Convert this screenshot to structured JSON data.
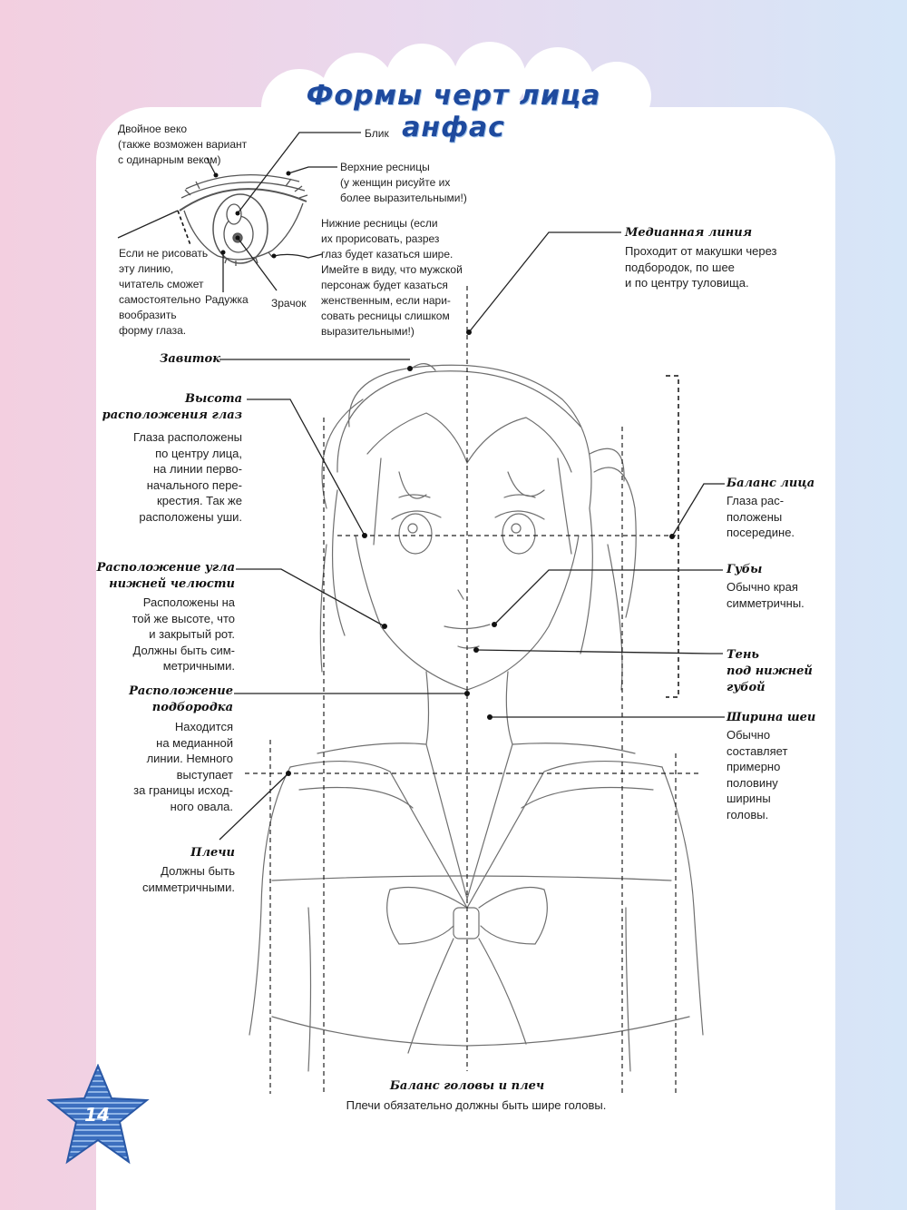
{
  "title": "Формы черт лица анфас",
  "page_number": "14",
  "colors": {
    "title": "#1e4a9e",
    "star": "#3c6fbf",
    "bg_left": "#f3cfe0",
    "bg_right": "#d6e6f8"
  },
  "eye": {
    "double_lid": "Двойное веко\n(также возможен вариант\nс одинарным веком)",
    "highlight": "Блик",
    "upper_lashes": "Верхние ресницы\n(у женщин рисуйте их\nболее выразительными!)",
    "lower_lashes": "Нижние ресницы (если\nих прорисовать, разрез\nглаз будет казаться шире.\nИмейте в виду, что мужской\nперсонаж будет казаться\nженственным, если нари-\nсовать ресницы слишком\nвыразительными!)",
    "no_line": "Если не рисовать\nэту линию,\nчитатель сможет\nсамостоятельно\nвообразить\nформу глаза.",
    "iris": "Радужка",
    "pupil": "Зрачок"
  },
  "labels": {
    "median": {
      "heading": "Медианная линия",
      "text": "Проходит от макушки через\nподбородок, по шее\nи по центру туловища."
    },
    "curl": {
      "heading": "Завиток"
    },
    "eye_height": {
      "heading": "Высота\nрасположения глаз",
      "text": "Глаза расположены\nпо центру лица,\nна линии перво-\nначального пере-\nкрестия. Так же\nрасположены уши."
    },
    "face_balance": {
      "heading": "Баланс лица",
      "text": "Глаза рас-\nположены\nпосередине."
    },
    "jaw": {
      "heading": "Расположение угла\nнижней челюсти",
      "text": "Расположены на\nтой же высоте, что\nи закрытый рот.\nДолжны быть сим-\nметричными."
    },
    "lips": {
      "heading": "Губы",
      "text": "Обычно края\nсимметричны."
    },
    "shadow": {
      "heading": "Тень\nпод нижней\nгубой"
    },
    "chin": {
      "heading": "Расположение\nподбородка",
      "text": "Находится\nна медианной\nлинии. Немного\nвыступает\nза границы исход-\nного овала."
    },
    "neck": {
      "heading": "Ширина шеи",
      "text": "Обычно\nсоставляет\nпримерно\nполовину\nширины\nголовы."
    },
    "shoulders": {
      "heading": "Плечи",
      "text": "Должны быть\nсимметричными."
    },
    "balance_head_shoulders": {
      "heading": "Баланс головы и плеч",
      "text": "Плечи обязательно должны быть шире головы."
    }
  }
}
